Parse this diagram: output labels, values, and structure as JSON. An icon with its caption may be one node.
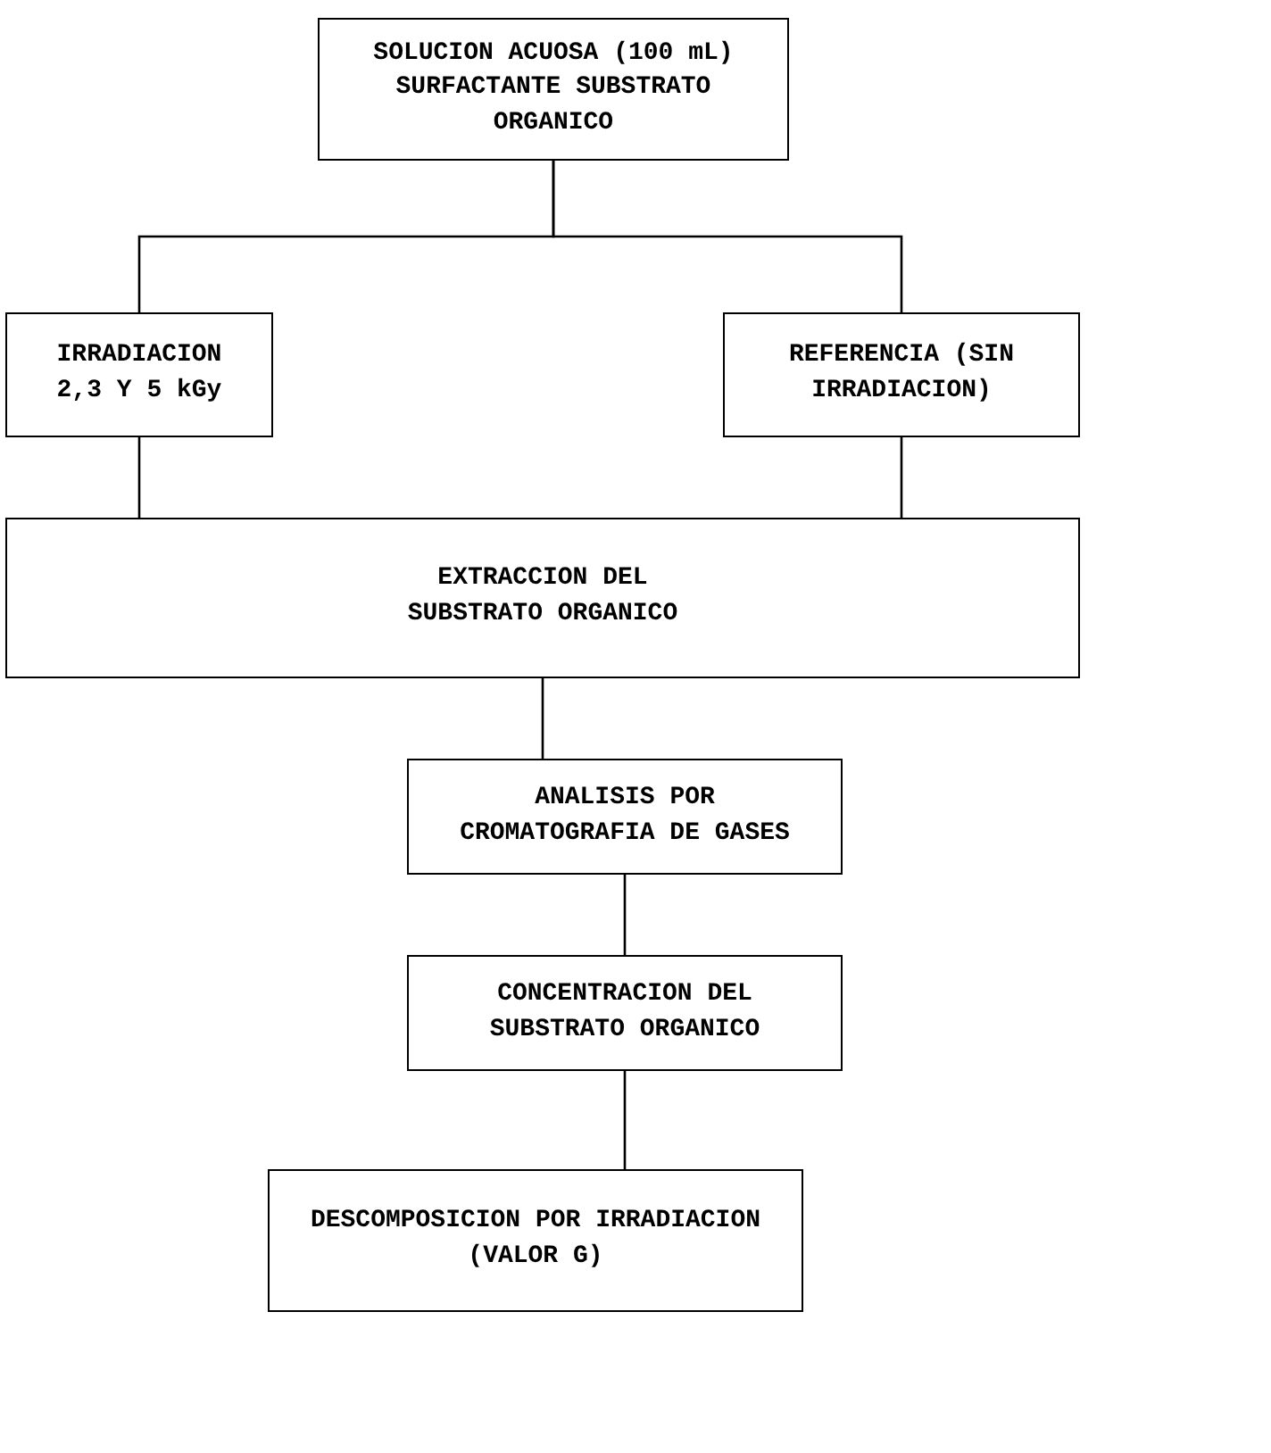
{
  "diagram": {
    "nodes": [
      {
        "text": [
          "SOLUCION ACUOSA (100 mL) SURFACTANTE SUBSTRATO ORGANICO"
        ]
      },
      {
        "text": [
          "IRRADIACION 2,3 Y 5 kGy"
        ]
      },
      {
        "text": [
          "REFERENCIA (SIN IRRADIACION)"
        ]
      },
      {
        "text": [
          "EXTRACCION DEL SUBSTRATO ORGANICO"
        ]
      },
      {
        "text": [
          "ANALISIS POR CROMATOGRAFIA DE GASES"
        ]
      },
      {
        "text": [
          "CONCENTRACION DEL SUBSTRATO ORGANICO"
        ]
      },
      {
        "text": [
          "DESCOMPOSICION POR IRRADIACION (VALOR G)"
        ]
      }
    ],
    "edges": [
      {
        "from": 0,
        "to": 1,
        "arrow": "none"
      },
      {
        "from": 0,
        "to": 2,
        "arrow": "none"
      },
      {
        "from": 1,
        "to": 3,
        "arrow": "none"
      },
      {
        "from": 2,
        "to": 3,
        "arrow": "none"
      },
      {
        "from": 3,
        "to": 4,
        "arrow": "none"
      },
      {
        "from": 4,
        "to": 5,
        "arrow": "none"
      },
      {
        "from": 5,
        "to": 6,
        "arrow": "none"
      }
    ]
  }
}
